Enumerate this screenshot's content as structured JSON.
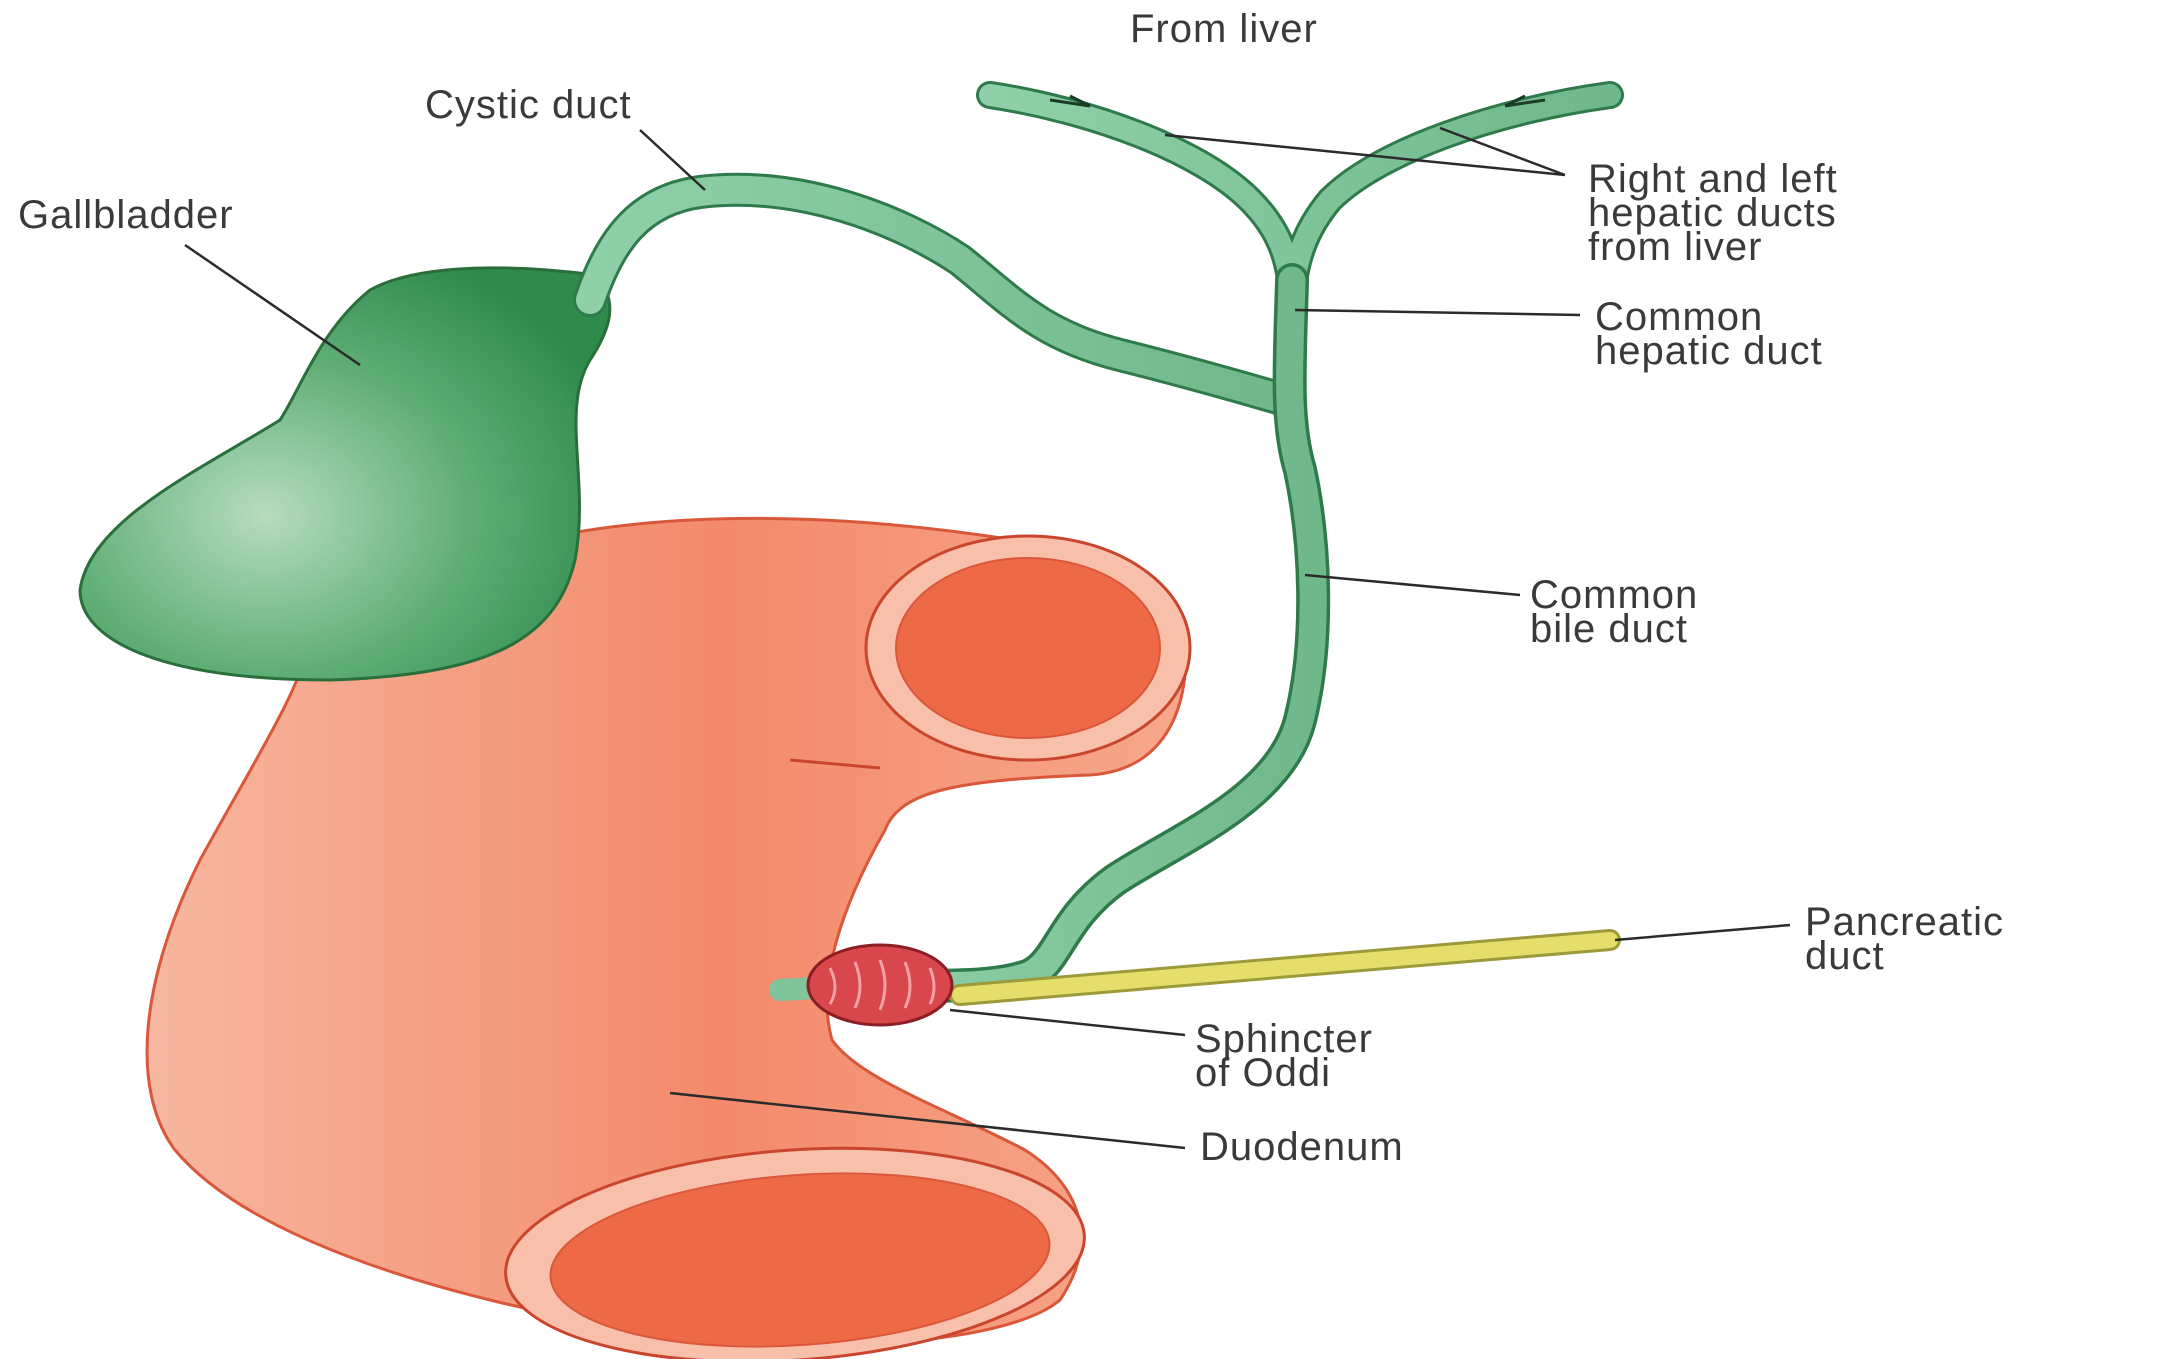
{
  "labels": {
    "from_liver": "From liver",
    "cystic_duct": "Cystic duct",
    "gallbladder": "Gallbladder",
    "hepatic_ducts": [
      "Right and left",
      "hepatic ducts",
      "from liver"
    ],
    "common_hepatic_duct": [
      "Common",
      "hepatic duct"
    ],
    "common_bile_duct": [
      "Common",
      "bile duct"
    ],
    "pancreatic_duct": [
      "Pancreatic",
      "duct"
    ],
    "sphincter_of_oddi": [
      "Sphincter",
      "of Oddi"
    ],
    "duodenum": "Duodenum"
  },
  "colors": {
    "bile_duct_green": "#7fc49a",
    "gallbladder_green": "#3f9a5a",
    "duodenum_orange": "#f49a7c",
    "duodenum_lumen": "#ee6a46",
    "pancreatic_yellow": "#e6de6a",
    "sphincter_red": "#c9333a"
  }
}
